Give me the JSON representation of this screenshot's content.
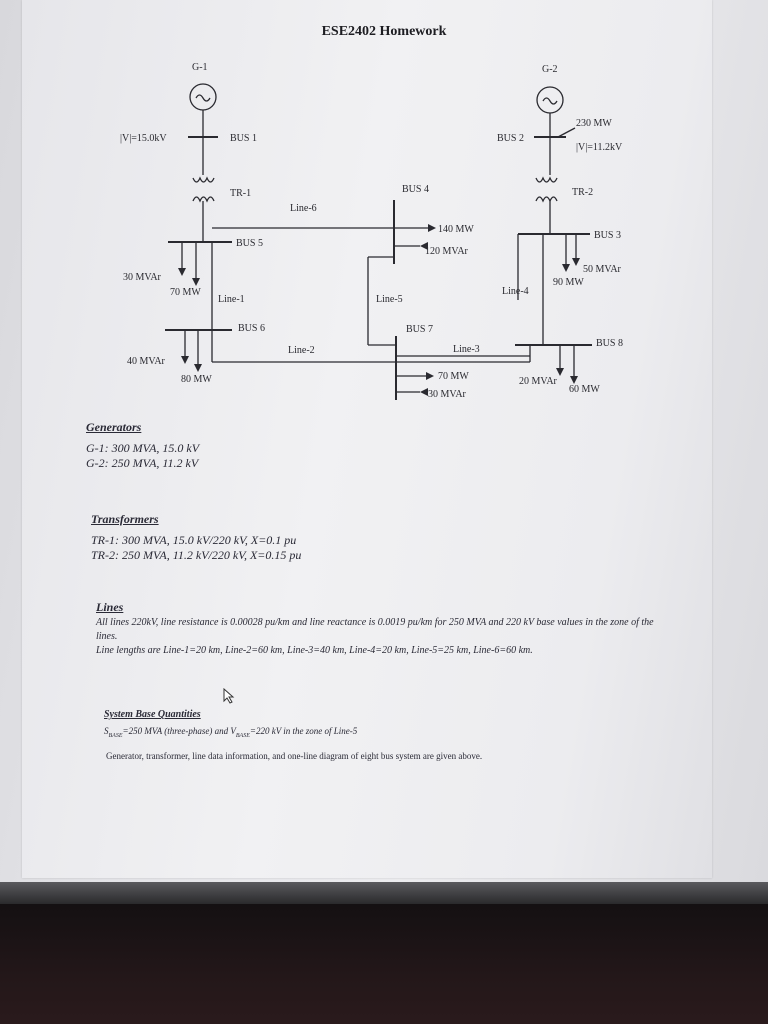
{
  "document": {
    "title": "ESE2402 Homework"
  },
  "diagram": {
    "gen1": {
      "label": "G-1",
      "voltage": "|V|=15.0kV",
      "bus": "BUS 1",
      "transformer": "TR-1"
    },
    "gen2": {
      "label": "G-2",
      "voltage": "|V|=11.2kV",
      "power": "230 MW",
      "bus": "BUS 2",
      "transformer": "TR-2"
    },
    "buses": {
      "bus3": "BUS 3",
      "bus4": "BUS 4",
      "bus5": "BUS 5",
      "bus6": "BUS 6",
      "bus7": "BUS 7",
      "bus8": "BUS 8"
    },
    "lines": {
      "line1": "Line-1",
      "line2": "Line-2",
      "line3": "Line-3",
      "line4": "Line-4",
      "line5": "Line-5",
      "line6": "Line-6"
    },
    "loads": {
      "bus4_mw": "140 MW",
      "bus4_mvar": "120 MVAr",
      "bus3_mvar": "50 MVAr",
      "bus3_mw": "90 MW",
      "bus5_mvar": "30 MVAr",
      "bus5_mw": "70 MW",
      "bus6_mvar": "40 MVAr",
      "bus6_mw": "80 MW",
      "bus7_mw": "70 MW",
      "bus7_mvar": "30 MVAr",
      "bus8_mvar": "20 MVAr",
      "bus8_mw": "60 MW"
    }
  },
  "generators": {
    "heading": "Generators",
    "g1": "G-1: 300 MVA, 15.0 kV",
    "g2": "G-2: 250 MVA, 11.2 kV"
  },
  "transformers": {
    "heading": "Transformers",
    "tr1": "TR-1: 300 MVA, 15.0 kV/220 kV, X=0.1 pu",
    "tr2": "TR-2: 250 MVA, 11.2 kV/220 kV, X=0.15 pu"
  },
  "lines_section": {
    "heading": "Lines",
    "text1": "All lines 220kV, line resistance is 0.00028 pu/km and line reactance is 0.0019 pu/km for 250 MVA and 220 kV base values in the zone of the lines.",
    "text2": "Line lengths are Line-1=20 km, Line-2=60 km, Line-3=40 km, Line-4=20 km, Line-5=25 km, Line-6=60 km."
  },
  "system_base": {
    "heading": "System Base Quantities",
    "text": "S",
    "s_sub": "BASE",
    "text_mid": "=250 MVA (three-phase) and V",
    "v_sub": "BASE",
    "text_end": "=220 kV in the zone of Line-5",
    "note": "Generator, transformer, line data information, and one-line diagram of eight bus system are given above."
  }
}
